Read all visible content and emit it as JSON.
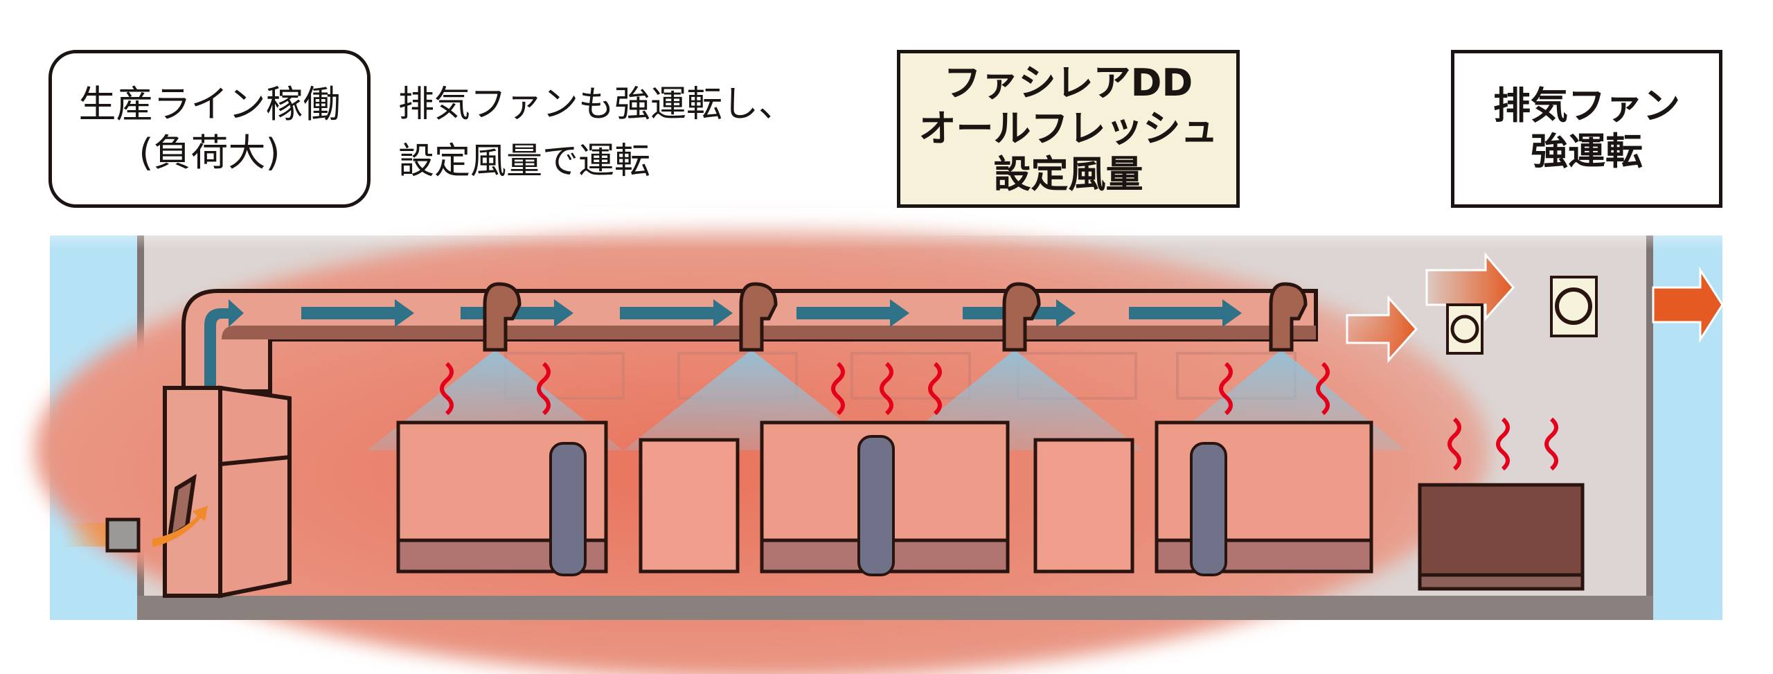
{
  "labels": {
    "production_line": {
      "line1": "生産ライン稼働",
      "line2": "(負荷大)"
    },
    "note": {
      "line1": "排気ファンも強運転し、",
      "line2": "設定風量で運転"
    },
    "facilair": {
      "line1": "ファシレアDD",
      "line2": "オールフレッシュ",
      "line3": "設定風量"
    },
    "exhaust_fan": {
      "line1": "排気ファン",
      "line2": "強運転"
    }
  },
  "colors": {
    "outdoor_blue": "#b6e2f6",
    "room_heat": "#e98a78",
    "duct_fill": "#e9a08e",
    "duct_dark": "#9a5e50",
    "airflow_arrow": "#2f7186",
    "exhaust_arrow": "#e45a22",
    "heat_wave": "#e4001a",
    "outline": "#2a1410",
    "floor": "#8a807d",
    "facilair_box": "#f6f1d8"
  },
  "scene": {
    "duct_arrows": 7,
    "nozzles": 4,
    "workers": 3,
    "exhaust_fans": 2
  }
}
